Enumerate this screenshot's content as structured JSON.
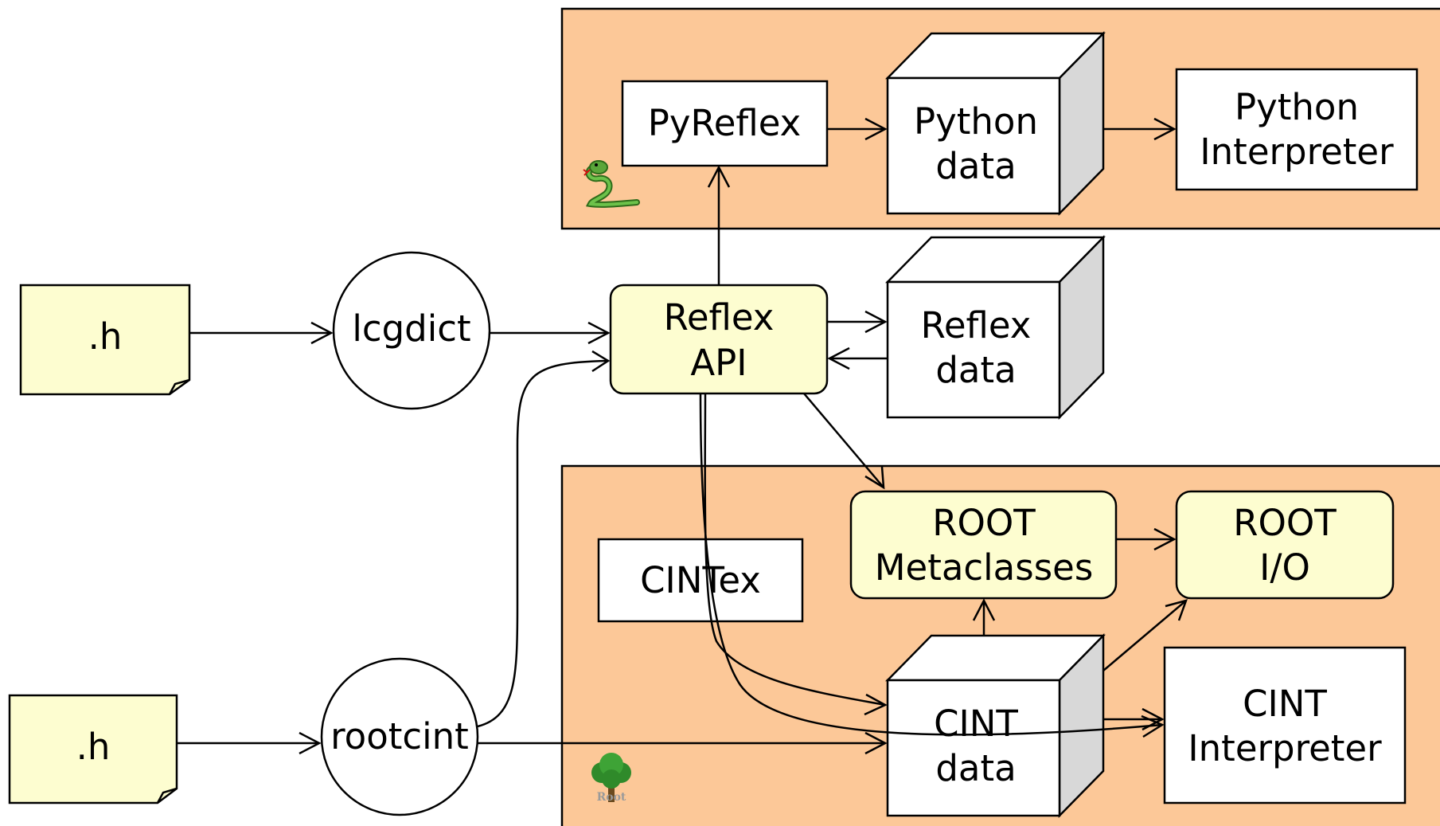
{
  "colors": {
    "group_fill": "#fcc898",
    "note_fill": "#fdfdd0",
    "api_fill": "#fdfdd0",
    "box_fill": "#ffffff",
    "cube_side": "#d8d8d8"
  },
  "files": {
    "header_top": ".h",
    "header_bottom": ".h"
  },
  "processes": {
    "lcgdict": "lcgdict",
    "rootcint": "rootcint"
  },
  "reflex_api": [
    "Reflex",
    "API"
  ],
  "reflex_data": [
    "Reflex",
    "data"
  ],
  "python_group": {
    "icon": "python-snake-icon",
    "pyreflex": "PyReflex",
    "python_data": [
      "Python",
      "data"
    ],
    "python_interpreter": [
      "Python",
      "Interpreter"
    ]
  },
  "root_group": {
    "icon": "root-tree-icon",
    "cintex": "CINTex",
    "root_metaclasses": [
      "ROOT",
      "Metaclasses"
    ],
    "root_io": [
      "ROOT",
      "I/O"
    ],
    "cint_data": [
      "CINT",
      "data"
    ],
    "cint_interpreter": [
      "CINT",
      "Interpreter"
    ]
  }
}
